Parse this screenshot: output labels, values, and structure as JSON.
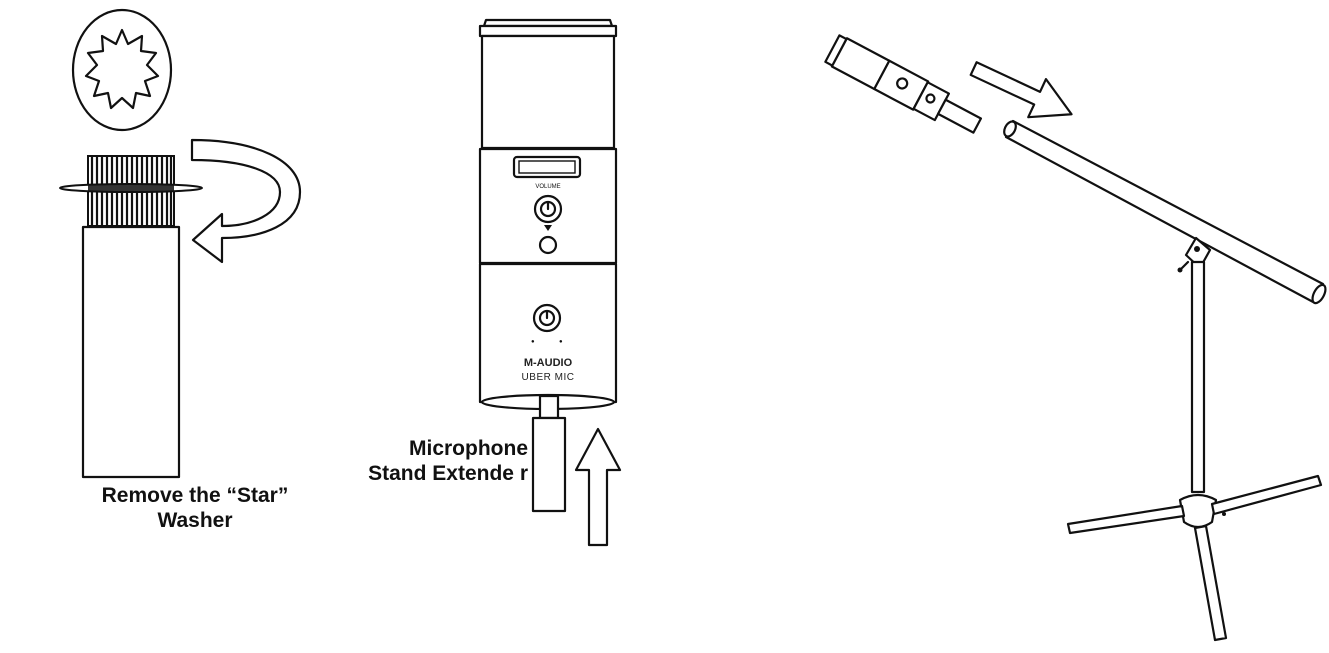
{
  "step1": {
    "caption_lines": [
      "Remove the “Star”",
      "Washer"
    ]
  },
  "step2": {
    "caption_lines": [
      "Microphone",
      "Stand Extende r"
    ],
    "brand": "M-AUDIO",
    "model": "UBER MIC"
  },
  "icons": {
    "washer": "star-washer-icon",
    "rotate_arrow": "rotate-arrow-icon",
    "up_arrow": "up-arrow-icon",
    "insert_arrow": "insert-arrow-icon"
  }
}
